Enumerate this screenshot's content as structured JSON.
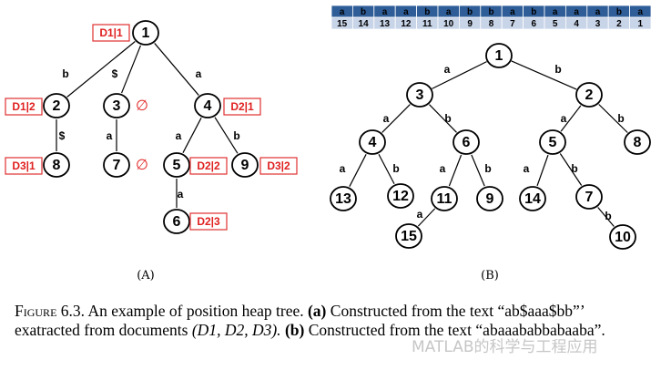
{
  "tree_a": {
    "nodes": [
      {
        "id": "1",
        "tag": "D1|1"
      },
      {
        "id": "2",
        "tag": "D1|2"
      },
      {
        "id": "3",
        "tag": "∅"
      },
      {
        "id": "4",
        "tag": "D2|1"
      },
      {
        "id": "8",
        "tag": "D3|1"
      },
      {
        "id": "7",
        "tag": "∅"
      },
      {
        "id": "5",
        "tag": "D2|2"
      },
      {
        "id": "9",
        "tag": "D3|2"
      },
      {
        "id": "6",
        "tag": "D2|3"
      }
    ],
    "edges": [
      {
        "from": "1",
        "to": "2",
        "label": "b"
      },
      {
        "from": "1",
        "to": "3",
        "label": "$"
      },
      {
        "from": "1",
        "to": "4",
        "label": "a"
      },
      {
        "from": "2",
        "to": "8",
        "label": "$"
      },
      {
        "from": "3",
        "to": "7",
        "label": "a"
      },
      {
        "from": "4",
        "to": "5",
        "label": "a"
      },
      {
        "from": "4",
        "to": "9",
        "label": "b"
      },
      {
        "from": "5",
        "to": "6",
        "label": "a"
      }
    ],
    "sublabel": "(A)"
  },
  "tree_b": {
    "header_chars": [
      "a",
      "b",
      "a",
      "a",
      "b",
      "a",
      "b",
      "b",
      "a",
      "b",
      "a",
      "a",
      "a",
      "b",
      "a"
    ],
    "header_positions": [
      "15",
      "14",
      "13",
      "12",
      "11",
      "10",
      "9",
      "8",
      "7",
      "6",
      "5",
      "4",
      "3",
      "2",
      "1"
    ],
    "nodes": [
      "1",
      "3",
      "2",
      "4",
      "6",
      "5",
      "8",
      "13",
      "12",
      "11",
      "9",
      "14",
      "7",
      "15",
      "10"
    ],
    "edges": [
      {
        "from": "1",
        "to": "3",
        "label": "a"
      },
      {
        "from": "1",
        "to": "2",
        "label": "b"
      },
      {
        "from": "3",
        "to": "4",
        "label": "a"
      },
      {
        "from": "3",
        "to": "6",
        "label": "b"
      },
      {
        "from": "2",
        "to": "5",
        "label": "a"
      },
      {
        "from": "2",
        "to": "8",
        "label": "b"
      },
      {
        "from": "4",
        "to": "13",
        "label": "a"
      },
      {
        "from": "4",
        "to": "12",
        "label": "b"
      },
      {
        "from": "6",
        "to": "11",
        "label": "a"
      },
      {
        "from": "6",
        "to": "9",
        "label": "b"
      },
      {
        "from": "5",
        "to": "14",
        "label": "a"
      },
      {
        "from": "5",
        "to": "7",
        "label": "b"
      },
      {
        "from": "11",
        "to": "15",
        "label": "a"
      },
      {
        "from": "7",
        "to": "10",
        "label": "b"
      }
    ],
    "sublabel": "(B)"
  },
  "caption": {
    "figure_label": "Figure 6.3.",
    "intro": "An example of position heap tree.",
    "part_a_marker": "(a)",
    "part_a_text": "Constructed from the text “ab$aaa$bb”’ exatracted from documents",
    "documents": "(D1, D2, D3).",
    "part_b_marker": "(b)",
    "part_b_text": "Constructed from the text “abaaababbabaaba”."
  },
  "watermark": "MATLAB的科学与工程应用"
}
